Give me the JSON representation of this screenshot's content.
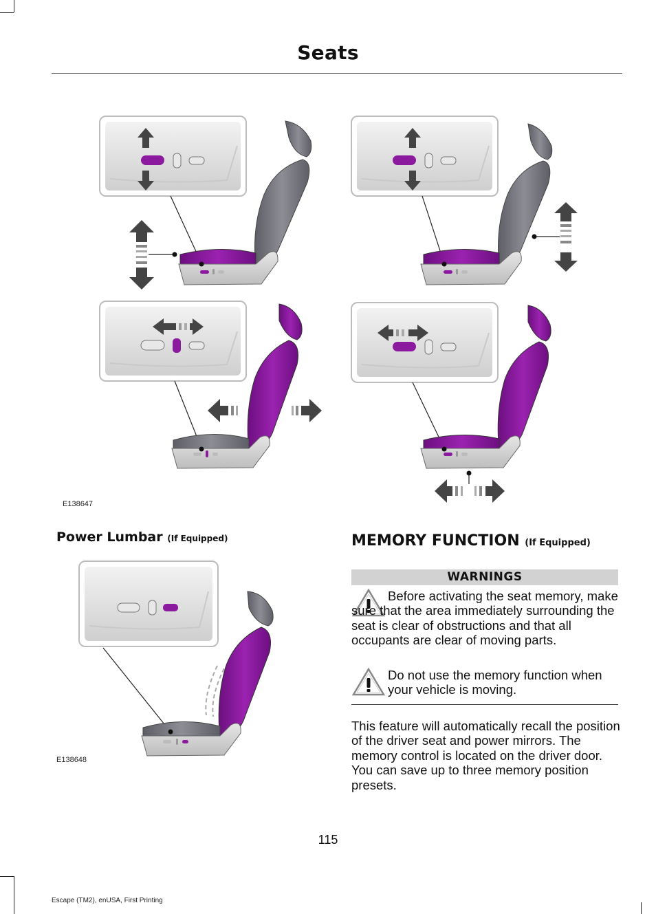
{
  "header": {
    "title": "Seats"
  },
  "figures": {
    "adjust_code": "E138647",
    "lumbar_code": "E138648"
  },
  "lumbar": {
    "heading": "Power Lumbar",
    "equipped": "(If Equipped)"
  },
  "memory": {
    "heading": "MEMORY FUNCTION",
    "equipped": "(If Equipped)",
    "warnings_title": "WARNINGS",
    "warning1": "Before activating the seat memory, make sure that the area immediately surrounding the seat is clear of obstructions and that all occupants are clear of moving parts.",
    "warning2": "Do not use the memory function when your vehicle is moving.",
    "body": "This feature will automatically recall the position of the driver seat and power mirrors. The memory control is located on the driver door. You can save up to three memory position presets."
  },
  "footer": {
    "page_number": "115",
    "publication": "Escape (TM2), enUSA, First Printing"
  },
  "colors": {
    "accent": "#8b1a9e",
    "seat_grey": "#7d7d85",
    "switch_bg": "#e3e3e3"
  },
  "icons": [
    "warning-triangle-icon",
    "arrow-up-down-icon",
    "arrow-left-right-icon"
  ]
}
